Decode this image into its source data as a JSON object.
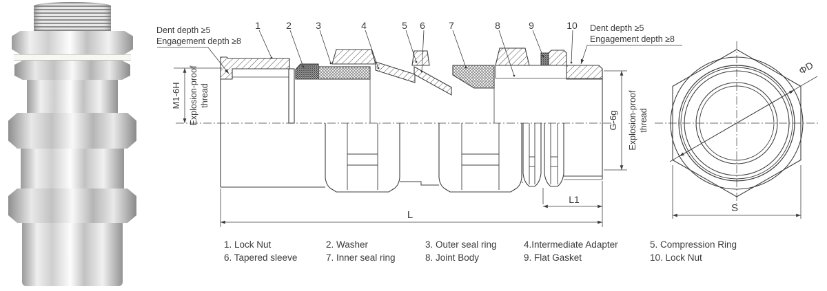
{
  "drawing": {
    "callouts": [
      "1",
      "2",
      "3",
      "4",
      "5",
      "6",
      "7",
      "8",
      "9",
      "10"
    ],
    "notes": {
      "left": [
        "Dent depth ≥5",
        "Engagement depth ≥8"
      ],
      "right": [
        "Dent depth ≥5",
        "Engagement depth ≥8"
      ]
    },
    "thread_left": {
      "spec": "M1-6H",
      "label_line1": "Explosion-proof",
      "label_line2": "thread"
    },
    "thread_right": {
      "spec": "G-6g",
      "label_line1": "Explosion-proof",
      "label_line2": "thread"
    },
    "dimensions": {
      "overall_length": "L",
      "tail_length": "L1",
      "diameter": "ΦD",
      "across_flats": "S"
    }
  },
  "legend": {
    "rows": [
      [
        "1. Lock Nut",
        "2. Washer",
        "3. Outer seal ring",
        "4.Intermediate Adapter",
        "5. Compression Ring"
      ],
      [
        "6. Tapered sleeve",
        "7. Inner seal ring",
        "8. Joint Body",
        "9. Flat Gasket",
        "10. Lock Nut"
      ]
    ]
  }
}
